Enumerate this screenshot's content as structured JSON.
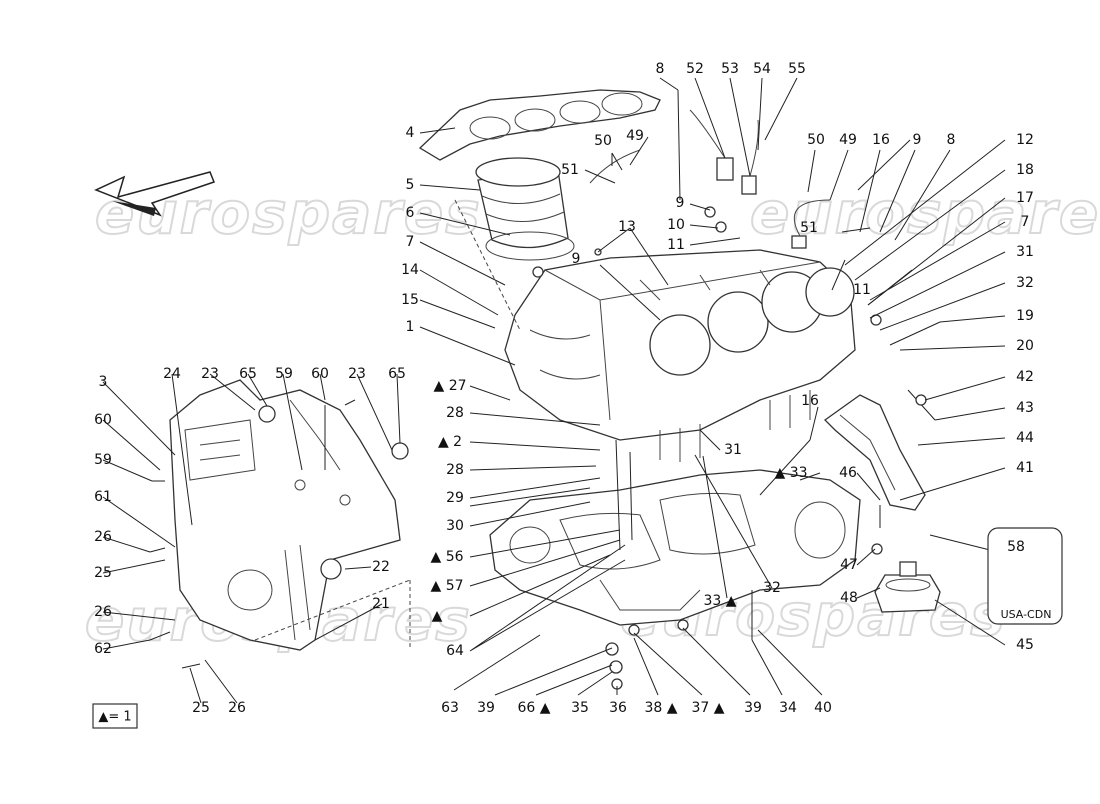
{
  "watermark": "eurospares",
  "legend_note": "▲= 1",
  "inset_label": "USA-CDN",
  "labels": {
    "l1": "1",
    "l2": "▲ 2",
    "l3": "3",
    "l4": "4",
    "l5": "5",
    "l6": "6",
    "l7a": "7",
    "l7b": "7",
    "l8a": "8",
    "l8b": "8",
    "l9a": "9",
    "l9b": "9",
    "l9c": "9",
    "l10": "10",
    "l11a": "11",
    "l11b": "11",
    "l12": "12",
    "l13": "13",
    "l14": "14",
    "l15": "15",
    "l16a": "16",
    "l16b": "16",
    "l17": "17",
    "l18": "18",
    "l19": "19",
    "l20": "20",
    "l21": "21",
    "l22": "22",
    "l23a": "23",
    "l23b": "23",
    "l24": "24",
    "l25a": "25",
    "l25b": "25",
    "l26a": "26",
    "l26b": "26",
    "l26c": "26",
    "l27": "▲ 27",
    "l28a": "28",
    "l28b": "28",
    "l29": "29",
    "l30": "30",
    "l31a": "31",
    "l31b": "31",
    "l32a": "32",
    "l32b": "32",
    "l33a": "▲ 33",
    "l33b": "33 ▲",
    "l34": "34",
    "l35": "35",
    "l36": "36",
    "l37": "37 ▲",
    "l38": "38 ▲",
    "l39a": "39",
    "l39b": "39",
    "l40": "40",
    "l41": "41",
    "l42": "42",
    "l43": "43",
    "l44": "44",
    "l45": "45",
    "l46": "46",
    "l47": "47",
    "l48": "48",
    "l49a": "49",
    "l49b": "49",
    "l50a": "50",
    "l50b": "50",
    "l51a": "51",
    "l51b": "51",
    "l52": "52",
    "l53": "53",
    "l54": "54",
    "l55": "55",
    "l56": "▲ 56",
    "l57": "▲ 57",
    "l58": "58",
    "l59a": "59",
    "l59b": "59",
    "l60a": "60",
    "l60b": "60",
    "l61": "61",
    "l62": "62",
    "l63": "63",
    "l64": "64",
    "l65a": "65",
    "l65b": "65",
    "l66": "66 ▲",
    "ltri": "▲"
  }
}
